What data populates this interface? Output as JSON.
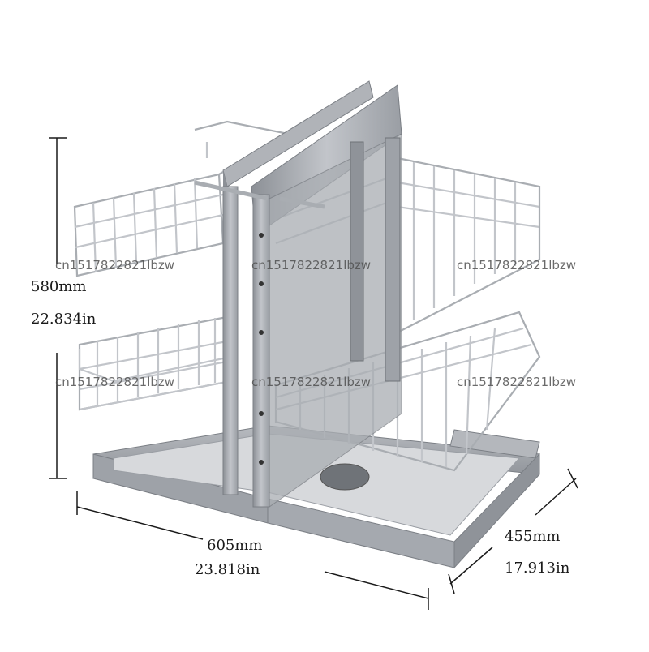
{
  "dimensions": {
    "height_mm": "580mm",
    "height_in": "22.834in",
    "width_mm": "605mm",
    "width_in": "23.818in",
    "depth_mm": "455mm",
    "depth_in": "17.913in"
  },
  "watermark": "cn1517822821lbzw",
  "colors": {
    "wire": "#c9ccd0",
    "wire_dark": "#8e9298",
    "frame": "#a7abb1",
    "frame_dark": "#7b7f85",
    "frame_light": "#c5c8cc",
    "dimension_line": "#1a1a1a"
  }
}
